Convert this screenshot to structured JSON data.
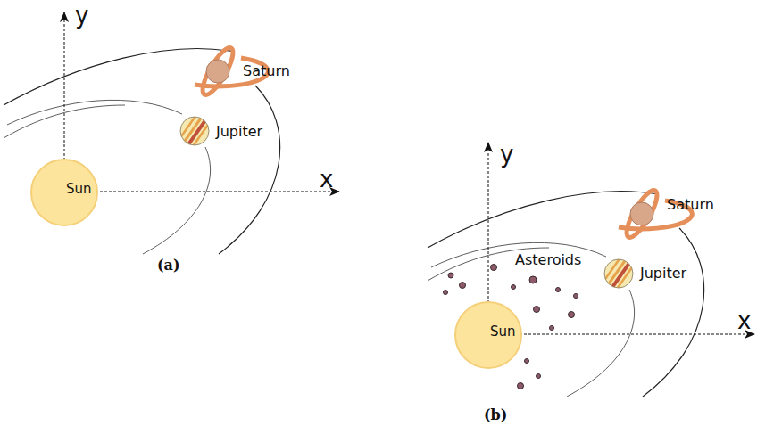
{
  "diagram": {
    "nodes": [
      {
        "text": [
          "Sun"
        ]
      },
      {
        "text": [
          "Sun"
        ]
      }
    ],
    "labels": [
      "y",
      "Saturn",
      "Jupiter",
      "x",
      "(a)",
      "y",
      "Saturn",
      "Asteroids",
      "Jupiter",
      "x",
      "(b)"
    ]
  }
}
